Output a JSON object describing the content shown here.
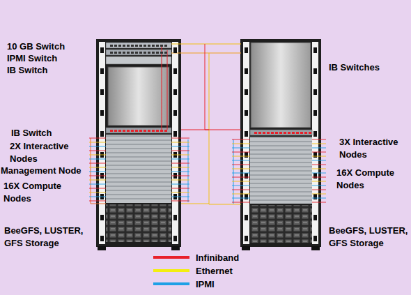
{
  "diagram": {
    "labels": [
      "10 GB Switch",
      "IPMI Switch",
      "IB Switch",
      "IB Switch",
      "2X Interactive Nodes",
      "Management Node",
      "16X Compute Nodes",
      "BeeGFS, LUSTER, GFS Storage",
      "IB Switches",
      "3X Interactive Nodes",
      "16X Compute Nodes",
      "BeeGFS, LUSTER, GFS Storage"
    ],
    "legend": [
      {
        "text": "Infiniband",
        "color": "#e8202a"
      },
      {
        "text": "Ethernet",
        "color": "#f3ee10"
      },
      {
        "text": "IPMI",
        "color": "#1ea0e6"
      }
    ]
  }
}
